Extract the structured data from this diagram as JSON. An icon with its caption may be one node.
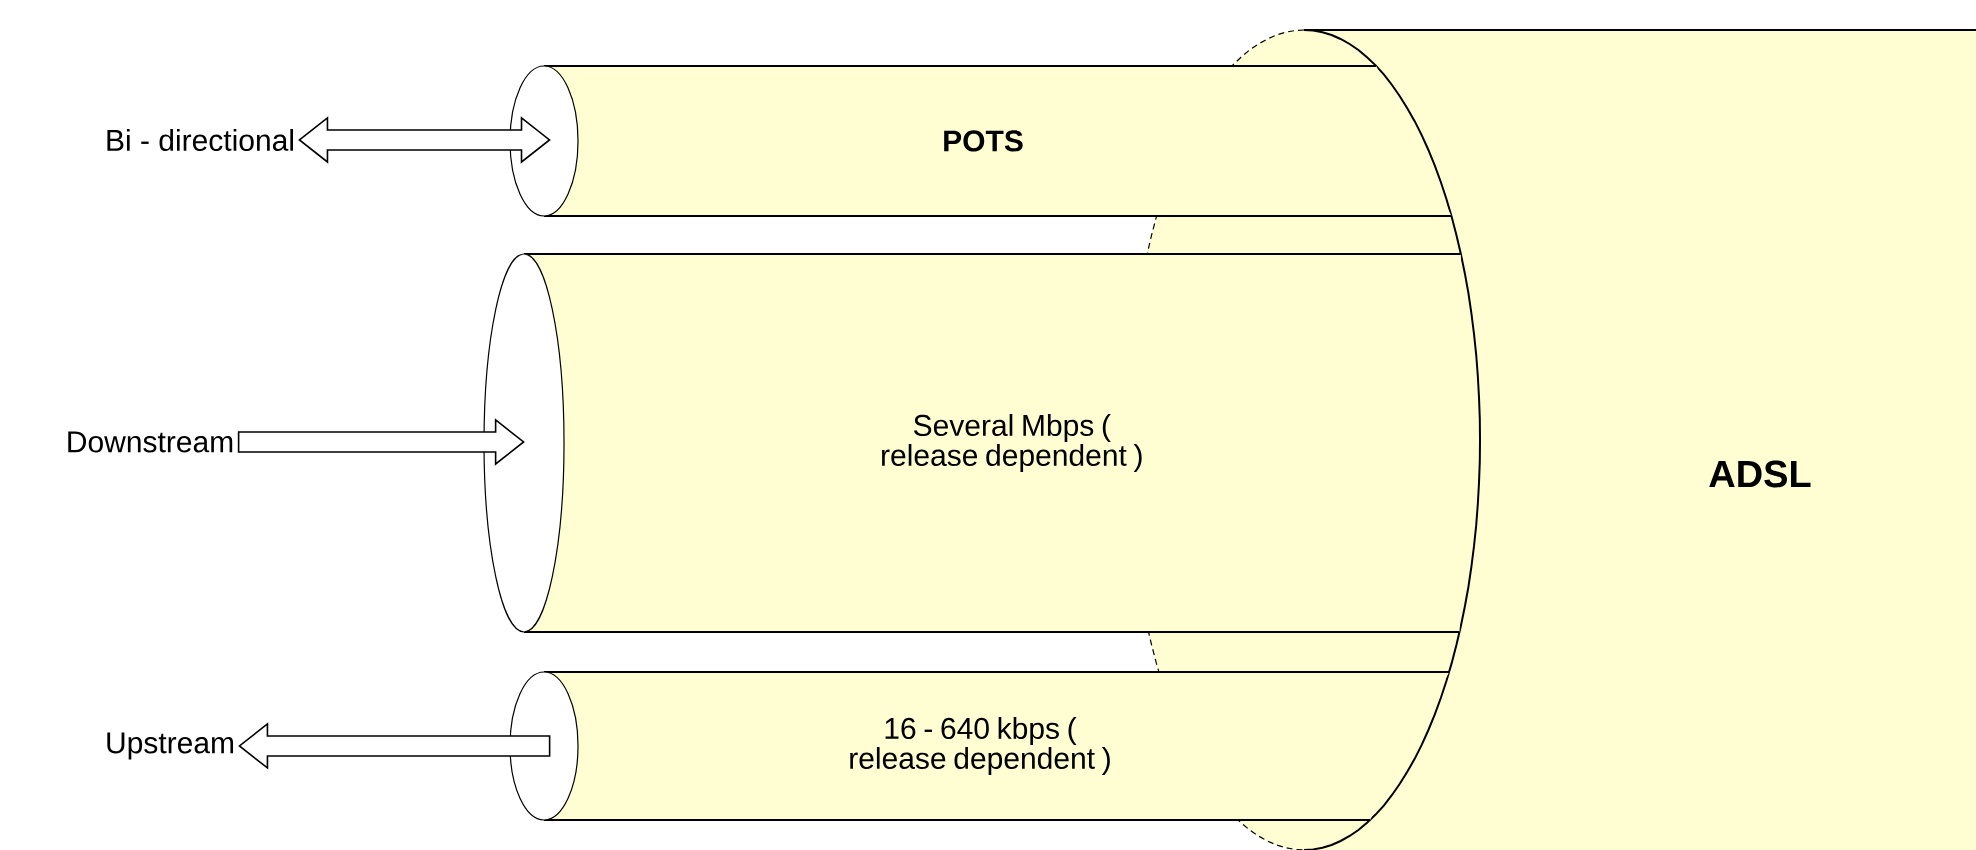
{
  "diagram": {
    "nodes": [
      {
        "text": [
          "ADSL"
        ]
      },
      {
        "text": [
          "POTS"
        ]
      },
      {
        "text": [
          "Several Mbps ( release dependent )"
        ]
      },
      {
        "text": [
          "16 - 640 kbps ( release dependent )"
        ]
      },
      {
        "text": [
          "Bi - directional"
        ]
      },
      {
        "text": [
          "Downstream"
        ]
      },
      {
        "text": [
          "Upstream"
        ]
      }
    ],
    "edges": [
      {
        "from": 4,
        "to": 1,
        "arrow": "both"
      },
      {
        "from": 5,
        "to": 2,
        "arrow": "to"
      },
      {
        "from": 3,
        "to": 6,
        "arrow": "to"
      }
    ]
  }
}
